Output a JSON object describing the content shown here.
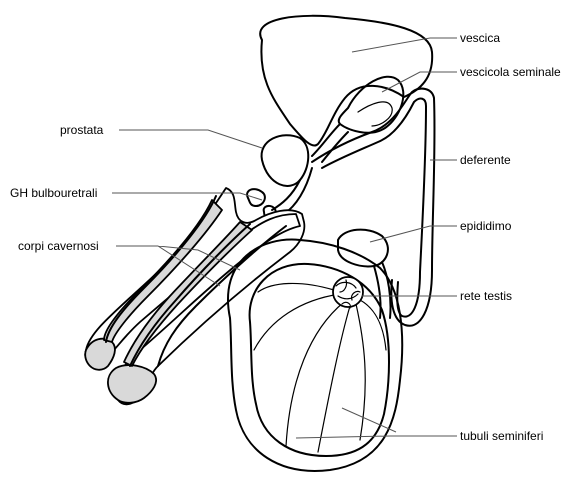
{
  "labels": {
    "vescica": "vescica",
    "vescicola_seminale": "vescicola seminale",
    "prostata": "prostata",
    "deferente": "deferente",
    "gh_bulbouretrali": "GH bulbouretrali",
    "epididimo": "epididimo",
    "corpi_cavernosi": "corpi cavernosi",
    "rete_testis": "rete testis",
    "tubuli_seminiferi": "tubuli seminiferi"
  },
  "colors": {
    "shading": "#d9d9d9",
    "outline": "#000000",
    "leader": "#555555"
  }
}
